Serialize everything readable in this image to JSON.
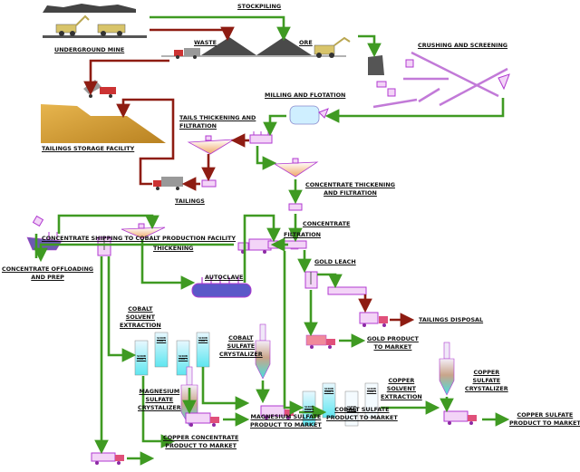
{
  "labels": {
    "stockpiling": "STOCKPILING",
    "underground_mine": "UNDERGROUND MINE",
    "waste": "WASTE",
    "ore": "ORE",
    "crushing_screening": "CRUSHING AND SCREENING",
    "milling_flotation": "MILLING AND FLOTATION",
    "tails_thickening": [
      "TAILS THICKENING AND",
      "FILTRATION"
    ],
    "tailings_storage": "TAILINGS STORAGE FACILITY",
    "tailings": "TAILINGS",
    "conc_thickening": [
      "CONCENTRATE THICKENING",
      "AND FILTRATION"
    ],
    "concentrate": "CONCENTRATE",
    "conc_shipping": "CONCENTRATE SHIPPING TO COBALT PRODUCTION FACILITY",
    "conc_offloading": [
      "CONCENTRATE OFFLOADING",
      "AND PREP"
    ],
    "thickening": "THICKENING",
    "filtration": "FILTRATION",
    "autoclave": "AUTOCLAVE",
    "gold_leach": "GOLD LEACH",
    "tailings_disposal": "TAILINGS DISPOSAL",
    "gold_product": [
      "GOLD PRODUCT",
      "TO MARKET"
    ],
    "cobalt_sx": [
      "COBALT",
      "SOLVENT",
      "EXTRACTION"
    ],
    "cobalt_crystalizer": [
      "COBALT",
      "SULFATE",
      "CRYSTALIZER"
    ],
    "copper_sx": [
      "COPPER",
      "SOLVENT",
      "EXTRACTION"
    ],
    "copper_crystalizer": [
      "COPPER",
      "SULFATE",
      "CRYSTALIZER"
    ],
    "magnesium_crystalizer": [
      "MAGNESIUM",
      "SULFATE",
      "CRYSTALIZER"
    ],
    "cobalt_product": [
      "COBALT SULFATE",
      "PRODUCT TO MARKET"
    ],
    "copper_sulfate_product": [
      "COPPER SULFATE",
      "PRODUCT TO MARKET"
    ],
    "magnesium_product": [
      "MAGNESIUM SULFATE",
      "PRODUCT TO MARKET"
    ],
    "copper_conc_product": [
      "COPPER CONCENTRATE",
      "PRODUCT TO MARKET"
    ]
  },
  "scrub_tanks": [
    "SCRUB TANK 1",
    "SCRUB TANK 2",
    "SCRUB TANK 3",
    "SCRUB TANK 4"
  ],
  "colors": {
    "product_flow": "#3f9a22",
    "waste_flow": "#8e1c12",
    "equipment": "#b03ad0",
    "tailings_pile": "#d9a441",
    "stockpile": "#4a4a4a"
  }
}
